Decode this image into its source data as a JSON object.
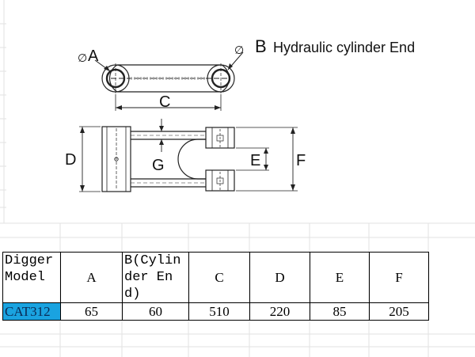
{
  "diagram": {
    "label_a": "A",
    "label_b": "B",
    "label_b_desc": "Hydraulic cylinder End",
    "label_c": "C",
    "label_d": "D",
    "label_e": "E",
    "label_f": "F",
    "label_g": "G",
    "diameter_symbol": "∅"
  },
  "table": {
    "header": {
      "model": "Digger Model",
      "a": "A",
      "b": "B(Cylinder End)",
      "c": "C",
      "d": "D",
      "e": "E",
      "f": "F"
    },
    "row": {
      "model": "CAT312",
      "a": "65",
      "b": "60",
      "c": "510",
      "d": "220",
      "e": "85",
      "f": "205"
    }
  },
  "colors": {
    "model_highlight": "#1aa3e0",
    "grid_line": "#e2e2e2"
  }
}
